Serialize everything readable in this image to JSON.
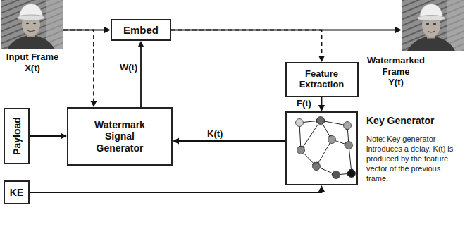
{
  "diagram": {
    "nodes": [
      {
        "text": [
          "Input Frame",
          "X(t)"
        ]
      },
      {
        "text": [
          "Embed"
        ]
      },
      {
        "text": [
          "Watermarked Frame",
          "Y(t)"
        ]
      },
      {
        "text": [
          "Feature Extraction"
        ]
      },
      {
        "text": [
          "Payload"
        ]
      },
      {
        "text": [
          "Watermark Signal Generator"
        ]
      },
      {
        "text": [
          "Key Generator"
        ]
      },
      {
        "text": [
          "KE"
        ]
      }
    ],
    "edges": [
      {
        "from": 0,
        "to": 1,
        "arrow": "to"
      },
      {
        "from": 0,
        "to": 5,
        "arrow": "to"
      },
      {
        "from": 5,
        "to": 1,
        "label": "W(t)",
        "arrow": "to"
      },
      {
        "from": 1,
        "to": 2,
        "arrow": "to"
      },
      {
        "from": 1,
        "to": 3,
        "arrow": "to"
      },
      {
        "from": 3,
        "to": 6,
        "label": "F(t)",
        "arrow": "to"
      },
      {
        "from": 6,
        "to": 5,
        "label": "K(t)",
        "arrow": "to"
      },
      {
        "from": 4,
        "to": 5,
        "arrow": "to"
      },
      {
        "from": 7,
        "to": 6,
        "arrow": "to"
      }
    ],
    "labels": [
      "Note: Key generator introduces a delay. K(t) is produced by the feature vector of the previous frame."
    ]
  }
}
